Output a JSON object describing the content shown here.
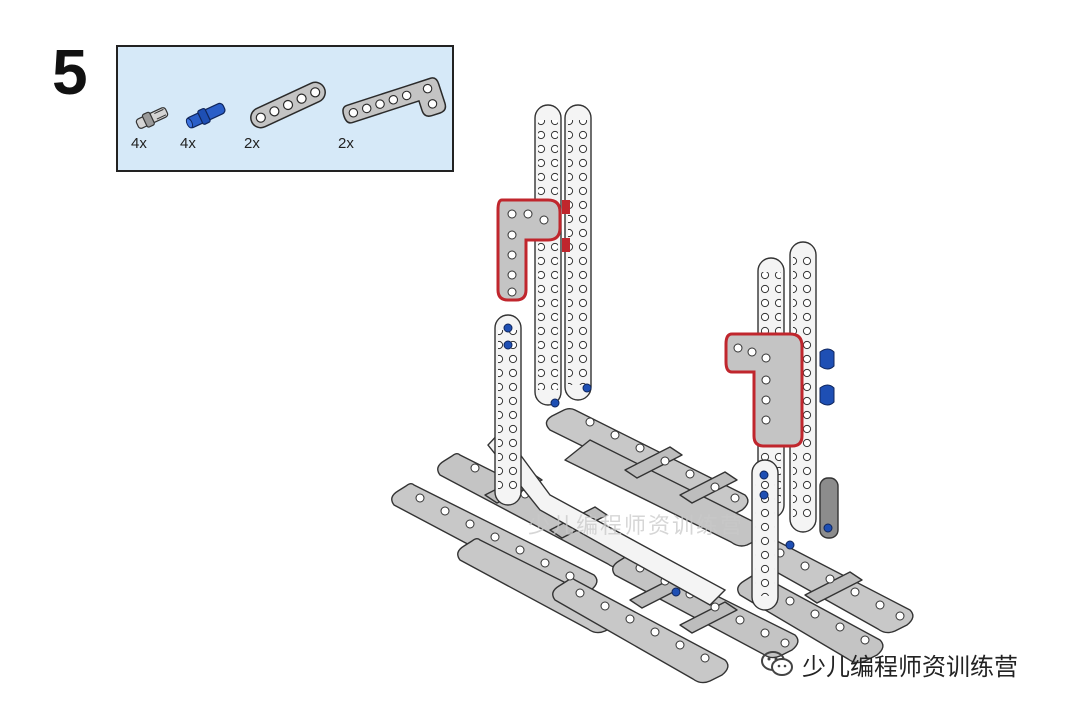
{
  "step": {
    "number": "5"
  },
  "parts": [
    {
      "name": "axle-pin",
      "qty": "4x",
      "color": "#9a9a9a"
    },
    {
      "name": "connector-pin",
      "qty": "4x",
      "color": "#1e4fb4"
    },
    {
      "name": "straight-beam",
      "qty": "2x",
      "color": "#bdbdbd"
    },
    {
      "name": "angled-beam",
      "qty": "2x",
      "color": "#bdbdbd"
    }
  ],
  "watermark": {
    "center_text": "少儿编程师资训练营",
    "corner_text": "少儿编程师资训练营"
  },
  "colors": {
    "panel_bg": "#d6e9f8",
    "highlight": "#c0262d",
    "pin_blue": "#1e4fb4",
    "beam_gray": "#bdbdbd",
    "beam_white": "#f4f4f4"
  }
}
